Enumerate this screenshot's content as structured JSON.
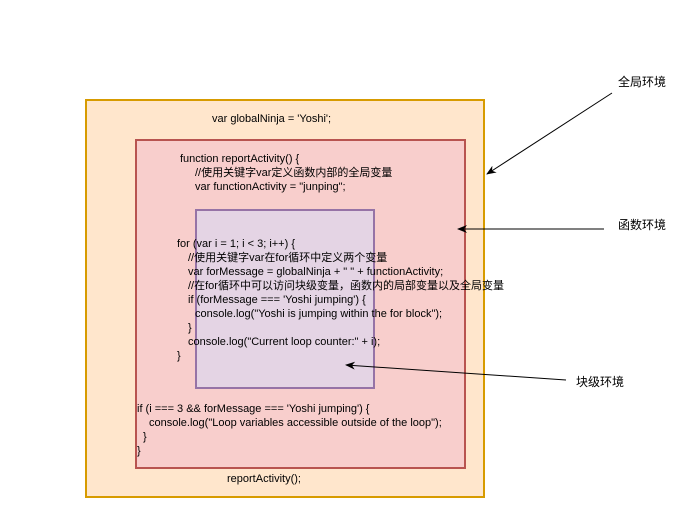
{
  "code": {
    "global_decl": "var globalNinja = 'Yoshi';",
    "func_start": "function reportActivity() {",
    "func_comment": "//使用关键字var定义函数内部的全局变量",
    "func_var": "var functionActivity = \"junping\";",
    "for_start": "for (var i = 1; i < 3; i++) {",
    "for_comment": "//使用关键字var在for循环中定义两个变量",
    "for_var": "var forMessage = globalNinja + \" \" + functionActivity;",
    "for_comment2": "//在for循环中可以访问块级变量，函数内的局部变量以及全局变量",
    "if_start": "if (forMessage === 'Yoshi jumping') {",
    "if_log": "console.log(\"Yoshi is jumping within the for block\");",
    "if_end": "}",
    "loop_log": "console.log(\"Current loop counter:\" + i);",
    "for_end": "}",
    "if2_start": "if (i === 3 && forMessage === 'Yoshi jumping') {",
    "if2_log": "console.log(\"Loop variables accessible outside of the loop\");",
    "if2_end": "}",
    "func_end": "}",
    "call": "reportActivity();"
  },
  "labels": {
    "global": "全局环境",
    "function": "函数环境",
    "block": "块级环境"
  },
  "colors": {
    "global_fill": "#ffe6cc",
    "global_stroke": "#d79b00",
    "function_fill": "#f8cecc",
    "function_stroke": "#b85450",
    "block_fill": "#e1d5e7",
    "block_stroke": "#9673a6"
  }
}
